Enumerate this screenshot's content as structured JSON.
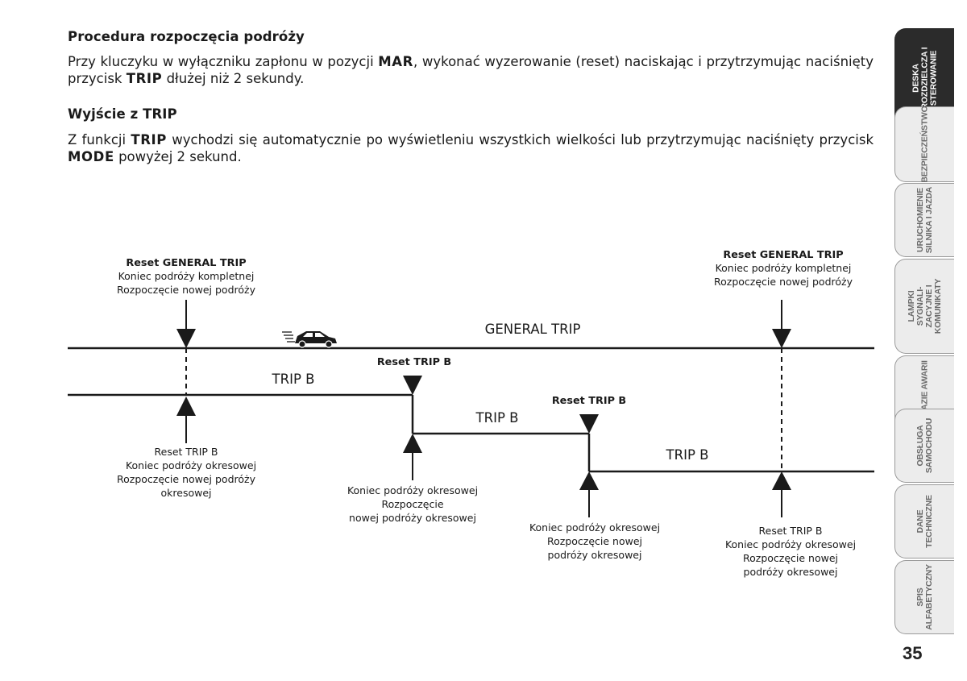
{
  "section1": {
    "heading": "Procedura rozpoczęcia podróży",
    "p1": "Przy kluczyku w wyłączniku zapłonu w pozycji ",
    "b1": "MAR",
    "p2": ", wykonać wyzerowanie (reset) naciskając i przytrzymując naciśnięty przycisk ",
    "b2": "TRIP",
    "p3": "  dłużej niż 2 sekundy."
  },
  "section2": {
    "heading": "Wyjście z TRIP",
    "p1": "Z funkcji ",
    "b1": "TRIP",
    "p2": " wychodzi się automatycznie po wyświetleniu wszystkich wielkości lub przytrzymując naciśnięty przycisk ",
    "b2": "MODE",
    "p3": " powyżej 2 sekund."
  },
  "diagram": {
    "general_trip_label": "GENERAL TRIP",
    "trip_b_label_1": "TRIP B",
    "trip_b_label_2": "TRIP B",
    "trip_b_label_3": "TRIP B",
    "top_left": {
      "title": "Reset GENERAL TRIP",
      "line1": "Koniec podróży kompletnej",
      "line2": "Rozpoczęcie nowej podróży"
    },
    "top_right": {
      "title": "Reset GENERAL TRIP",
      "line1": "Koniec podróży kompletnej",
      "line2": "Rozpoczęcie nowej podróży"
    },
    "reset_b_1": "Reset TRIP B",
    "reset_b_2": "Reset TRIP B",
    "bottom1": {
      "line1": "Reset TRIP B",
      "line2": "Koniec podróży okresowej",
      "line3": "Rozpoczęcie nowej podróży",
      "line4": "okresowej"
    },
    "bottom2": {
      "line1": "Koniec podróży okresowej",
      "line2": "Rozpoczęcie",
      "line3": "nowej podróży okresowej"
    },
    "bottom3": {
      "line1": "Koniec podróży okresowej",
      "line2": "Rozpoczęcie nowej",
      "line3": "podróży okresowej"
    },
    "bottom4": {
      "line1": "Reset TRIP B",
      "line2": "Koniec podróży okresowej",
      "line3": "Rozpoczęcie nowej",
      "line4": "podróży okresowej"
    }
  },
  "tabs": [
    {
      "label": "DESKA\nROZDZIELCZA I\nSTEROWANIE",
      "active": true
    },
    {
      "label": "BEZPIECZEŃSTWO",
      "active": false
    },
    {
      "label": "URUCHOMIENIE\nSILNIKA I JAZDA",
      "active": false
    },
    {
      "label": "LAMPKI\nSYGNALI-\nZACYJNE I\nKOMUNIKATY",
      "active": false
    },
    {
      "label": "W RAZIE AWARII",
      "active": false
    },
    {
      "label": "OBSŁUGA\nSAMOCHODU",
      "active": false
    },
    {
      "label": "DANE\nTECHNICZNE",
      "active": false
    },
    {
      "label": "SPIS\nALFABETYCZNY",
      "active": false
    }
  ],
  "page_number": "35"
}
